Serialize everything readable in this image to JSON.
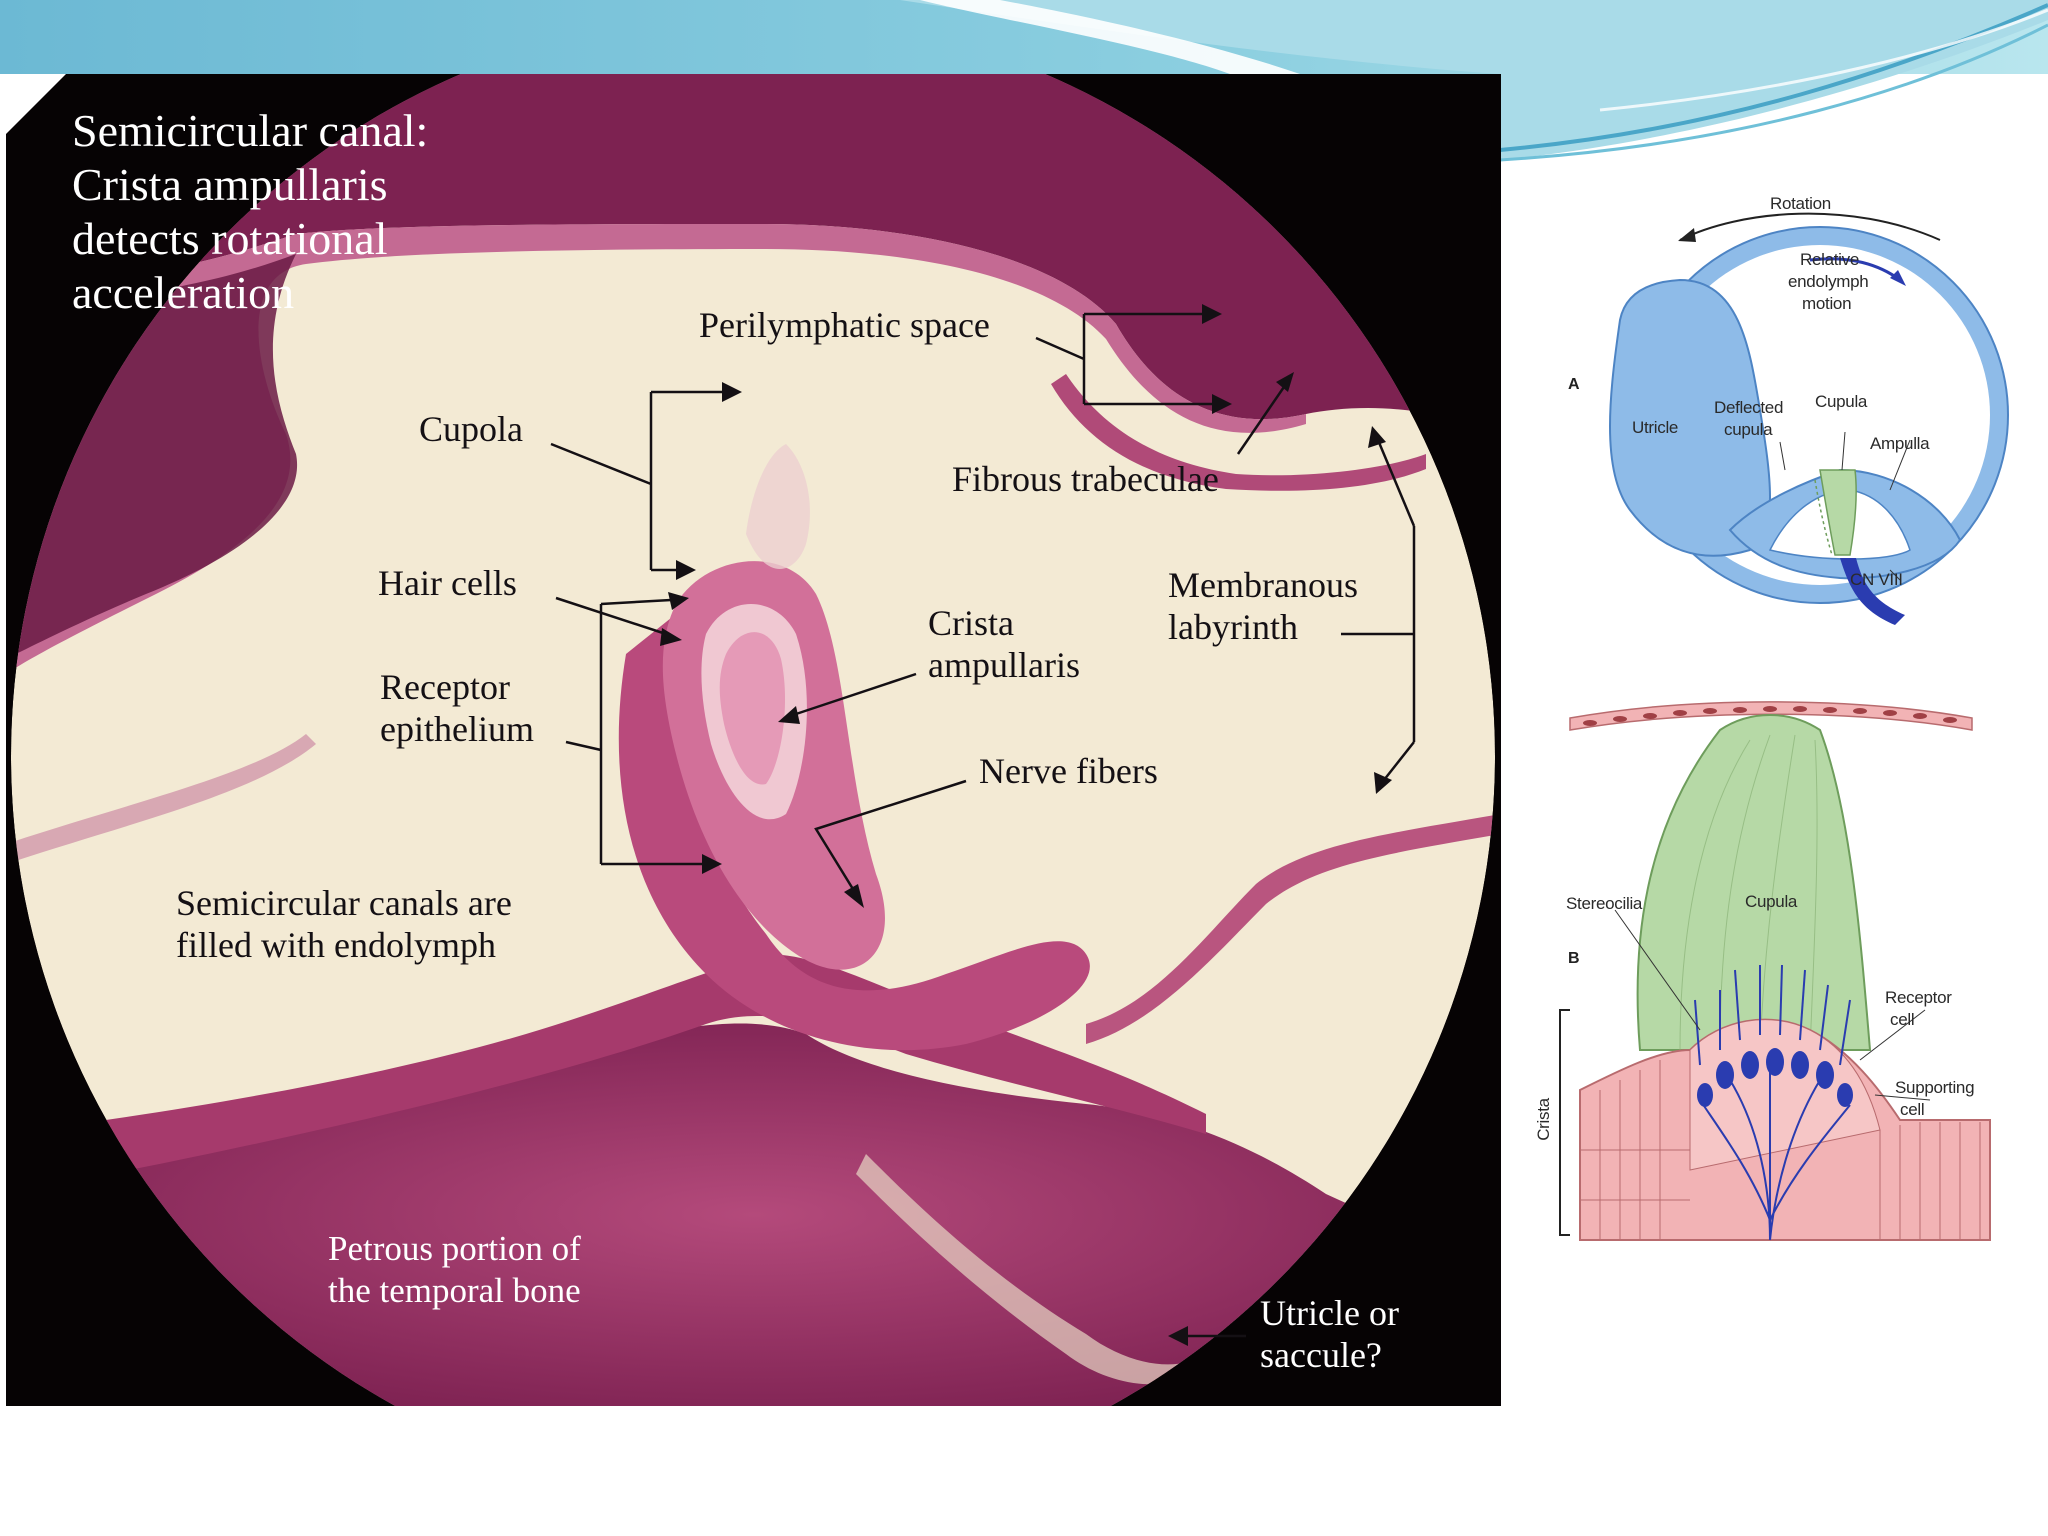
{
  "colors": {
    "banner": "#5fb8d6",
    "stain_dark": "#7a1f4f",
    "stain_light": "#c25c88",
    "background_fluid": "#f3ead4",
    "diagram_blue": "#8ebbe8",
    "cupula_green": "#b6d9a6",
    "cell_pink": "#f2b3b5",
    "nerve_blue": "#2a3cb0"
  },
  "micrograph": {
    "title_lines": [
      "Semicircular canal:",
      "Crista ampullaris",
      "detects rotational",
      "acceleration"
    ],
    "labels": {
      "perilymphatic_space": "Perilymphatic space",
      "cupola": "Cupola",
      "fibrous_trabeculae": "Fibrous trabeculae",
      "hair_cells": "Hair cells",
      "membranous_labyrinth_1": "Membranous",
      "membranous_labyrinth_2": "labyrinth",
      "crista_ampullaris_1": "Crista",
      "crista_ampullaris_2": "ampullaris",
      "receptor_epithelium_1": "Receptor",
      "receptor_epithelium_2": "epithelium",
      "nerve_fibers": "Nerve fibers",
      "endolymph_1": "Semicircular canals are",
      "endolymph_2": "filled with endolymph",
      "petrous_1": "Petrous portion of",
      "petrous_2": "the temporal bone",
      "utricle_1": "Utricle or",
      "utricle_2": "saccule?"
    }
  },
  "diagram_a": {
    "letter": "A",
    "rotation": "Rotation",
    "relative_motion": [
      "Relative",
      "endolymph",
      "motion"
    ],
    "utricle": "Utricle",
    "deflected_cupula": [
      "Deflected",
      "cupula"
    ],
    "cupula": "Cupula",
    "ampulla": "Ampulla",
    "nerve": "CN VIII"
  },
  "diagram_b": {
    "letter": "B",
    "stereocilia": "Stereocilia",
    "cupula": "Cupula",
    "receptor_cell": [
      "Receptor",
      "cell"
    ],
    "supporting_cell": [
      "Supporting",
      "cell"
    ],
    "crista": "Crista"
  }
}
